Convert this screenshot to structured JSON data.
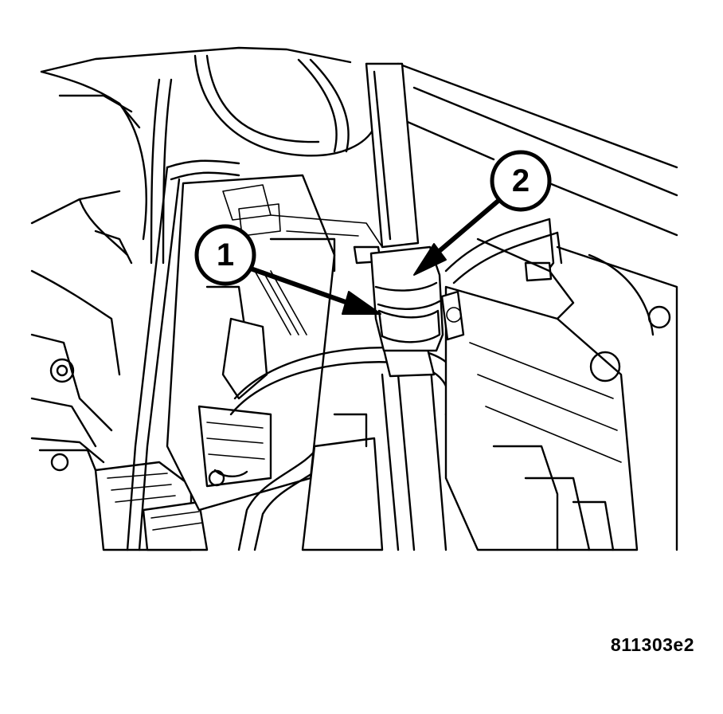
{
  "figure": {
    "id_label": "811303e2"
  },
  "callouts": [
    {
      "number": "1"
    },
    {
      "number": "2"
    }
  ],
  "colors": {
    "ink": "#000000",
    "paper": "#ffffff"
  }
}
